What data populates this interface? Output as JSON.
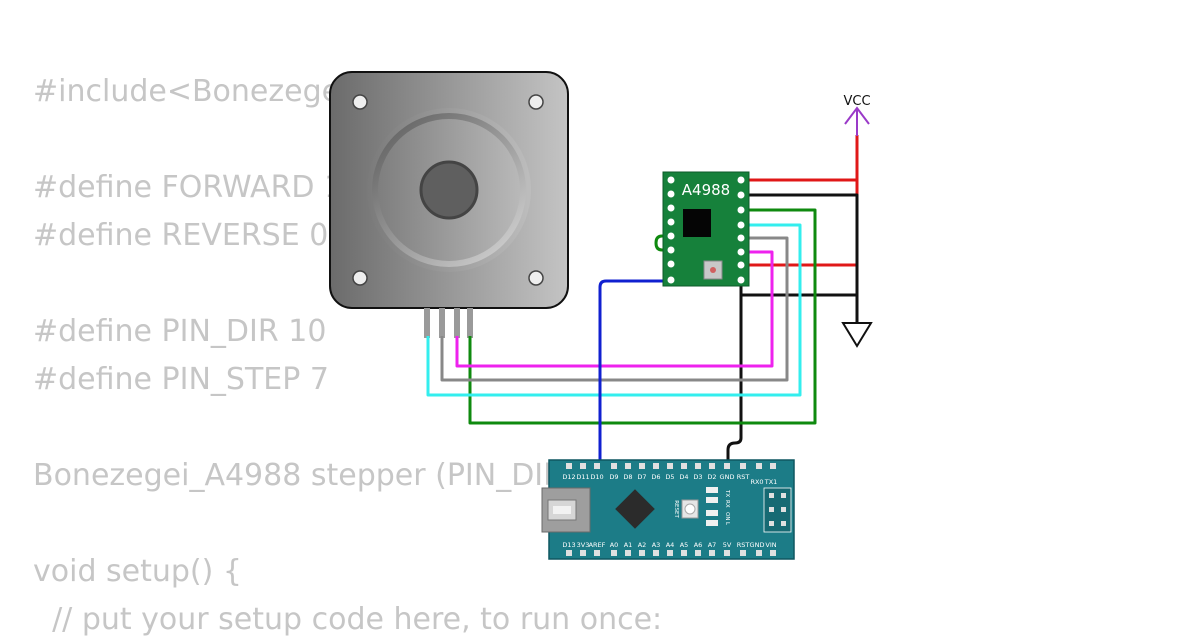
{
  "code_lines": [
    "#include<Bonezegei_A4988.h>",
    "",
    "#define FORWARD 1",
    "#define REVERSE 0",
    "",
    "#define PIN_DIR 10",
    "#define PIN_STEP 7",
    "",
    "Bonezegei_A4988 stepper (PIN_DIR, PIN_STEP);",
    "",
    "void setup() {",
    "  // put your setup code here, to run once:"
  ],
  "driver": {
    "label": "A4988"
  },
  "power": {
    "vcc_label": "VCC"
  },
  "arduino": {
    "top_pin_labels": [
      "D12",
      "D11",
      "D10",
      "D9",
      "D8",
      "D7",
      "D6",
      "D5",
      "D4",
      "D3",
      "D2",
      "GND",
      "RST",
      "RX0",
      "TX1"
    ],
    "bottom_pin_labels": [
      "D13",
      "3V3",
      "AREF",
      "A0",
      "A1",
      "A2",
      "A3",
      "A4",
      "A5",
      "A6",
      "A7",
      "5V",
      "RST",
      "GND",
      "VIN"
    ],
    "reset_label": "RESET",
    "led_labels": [
      "TX",
      "RX",
      "ON",
      "L"
    ]
  },
  "colors": {
    "code_text": "#c6c6c6",
    "board_teal": "#1c7c87",
    "driver_green": "#16813b",
    "wire_red": "#e01818",
    "wire_black": "#000000",
    "wire_green": "#0f8a0f",
    "wire_cyan": "#33eeee",
    "wire_gray": "#888888",
    "wire_magenta": "#ee22ee",
    "wire_blue": "#1020d0",
    "vcc_purple": "#9a3ac8"
  }
}
